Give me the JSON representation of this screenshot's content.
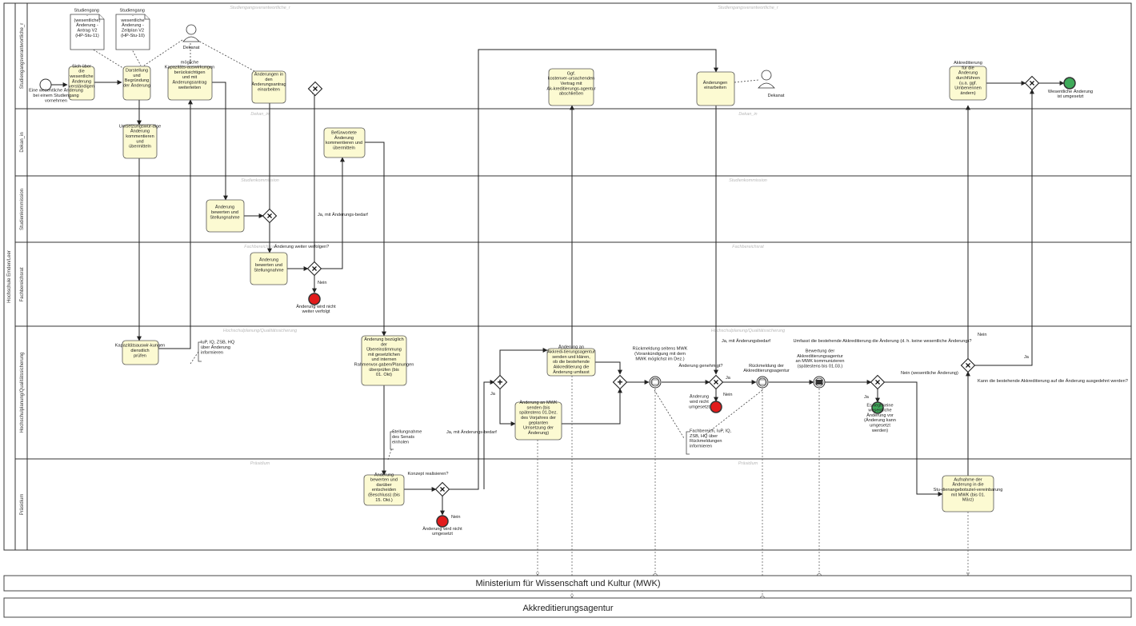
{
  "pools": {
    "main": "Hochschule Emden/Leer",
    "mwk": "Ministerium für Wissenschaft und Kultur (MWK)",
    "agentur": "Akkreditierungsagentur"
  },
  "lanes": [
    {
      "label": "Studiengangsverantwortliche_r",
      "water": "Studiengangsverantwortliche_r"
    },
    {
      "label": "Dekan_in",
      "water": "Dekan_in"
    },
    {
      "label": "Studienkommission",
      "water": "Studienkommission"
    },
    {
      "label": "Fachbereichsrat",
      "water": "Fachbereichsrat"
    },
    {
      "label": "Hochschulplanung/Qualitätssicherung",
      "water": "Hochschulplanung/Qualitätssicherung"
    },
    {
      "label": "Präsidium",
      "water": "Präsidium"
    }
  ],
  "tasks": {
    "t1": "Sich über die wesentliche Änderung verständigen",
    "t2": "Darstellung und Begründung der Änderung",
    "t3": "mögliche Kapazitäts-auswirkungen berücksichtigen und mit Änderungsantrag weiterleiten",
    "t4": "Änderungen in den Änderungsantrag einarbeiten",
    "t5": "Umsetzungswür-dige Änderung kommentieren und übermitteln",
    "t6": "Änderung bewerten und Stellungnahme",
    "t7": "Änderung bewerten und Stellungnahme",
    "t8": "Kapazitätsauswir-kungen dienstlich prüfen",
    "t9": "Befürwortete Änderung kommentieren und übermitteln",
    "t10": "Änderung bezüglich der Übereinstimmung mit gesetzlichen und internen Rahmenvor-gaben/Planungen überprüfen (bis 01. Okt)",
    "t11": "Änderung bewerten und darüber entscheiden (Beschluss) (bis 15. Okt.)",
    "t12": "Ggf. kostenver-ursachenden Vertrag mit Ak-kreditierungs-agentur abschließen",
    "t13": "Änderung an Akkredi-tierungsagentur senden und klären, ob die bestehende Akkreditierung die Änderung umfasst",
    "t14": "Änderung an MWK senden (bis spätestens 01.Dez. des Vorjahres der geplanten Umsetzung der Änderung)",
    "t15": "Änderungen einarbeiten",
    "t16": "Akkreditierung für die Änderung durchführen (u.a. ggf. Umbenennen ändern)",
    "t17": "Aufnahme der Änderung in die Stu-dienangebotsziel-vereinbarung mit MWK (bis 01. März)"
  },
  "events": {
    "start": "Eine wesentliche Änderung bei einem Studiengang vornehmen",
    "end_ok": "Wesentliche Änderung ist umgesetzt",
    "end_fbr": "Änderung wird nicht weiter verfolgt",
    "end_praes": "Änderung wird nicht umgesetzt",
    "end_hsp": "Änderung wird nicht umgesetzt",
    "end_keine": "Es liegt keine wesentliche Änderung vor (Änderung kann umgesetzt werden)",
    "ev_mwk": "Rückmeldung seitens MWK (Vorankündigung mit dem MWK möglichst im Dez.)",
    "ev_akk": "Rückmeldung der Akkreditierungsagentur",
    "ev_bewertung": "Bewertung der Akkreditierungsagentur an MWK kommunizieren (spätestens bis 01.03.)"
  },
  "documents": {
    "d1": "Studiengang - (wesentliche) Änderung - Antrag V2 (HP-Stu-11)",
    "d2": "Studiengang - wesentliche Änderung - Zeitplan V2 (HP-Stu-10)"
  },
  "actors": {
    "a1": "Dekanat",
    "a2": "Dekanat"
  },
  "annotations": {
    "n1": "IuP, IQ, ZSB, HQ über Änderung informieren",
    "n2": "Stellungnahme des Senats einholen",
    "n3": "Fachbereich, IuP, IQ, ZSB, HQ über Rückmeldungen informieren"
  },
  "labels": {
    "g_weiter": "Änderung weiter verfolgen?",
    "nein1": "Nein",
    "ja_bedarf1": "Ja, mit Änderungs-bedarf",
    "konzept": "Konzept realisieren?",
    "nein2": "Nein",
    "ja_bedarf2": "Ja, mit Änderungs-bedarf",
    "ja1": "Ja",
    "genehmigt": "Änderung genehmigt?",
    "nein3": "Nein",
    "ja2": "Ja",
    "ja_bedarf3": "Ja, mit Änderungsbedarf",
    "umfasst": "Umfasst die bestehende Akkreditierung die Änderung (d. h. keine wesentliche Änderung)?",
    "nein_wes": "Nein (wesentliche Änderung)",
    "ja3": "Ja",
    "kann": "Kann die bestehende Akkreditierung auf die Änderung ausgedehnt werden?",
    "nein4": "Nein",
    "ja4": "Ja"
  },
  "colors": {
    "task_fill": "#fcfad2",
    "end_red": "#e21b1b",
    "end_green": "#3faa5a"
  }
}
